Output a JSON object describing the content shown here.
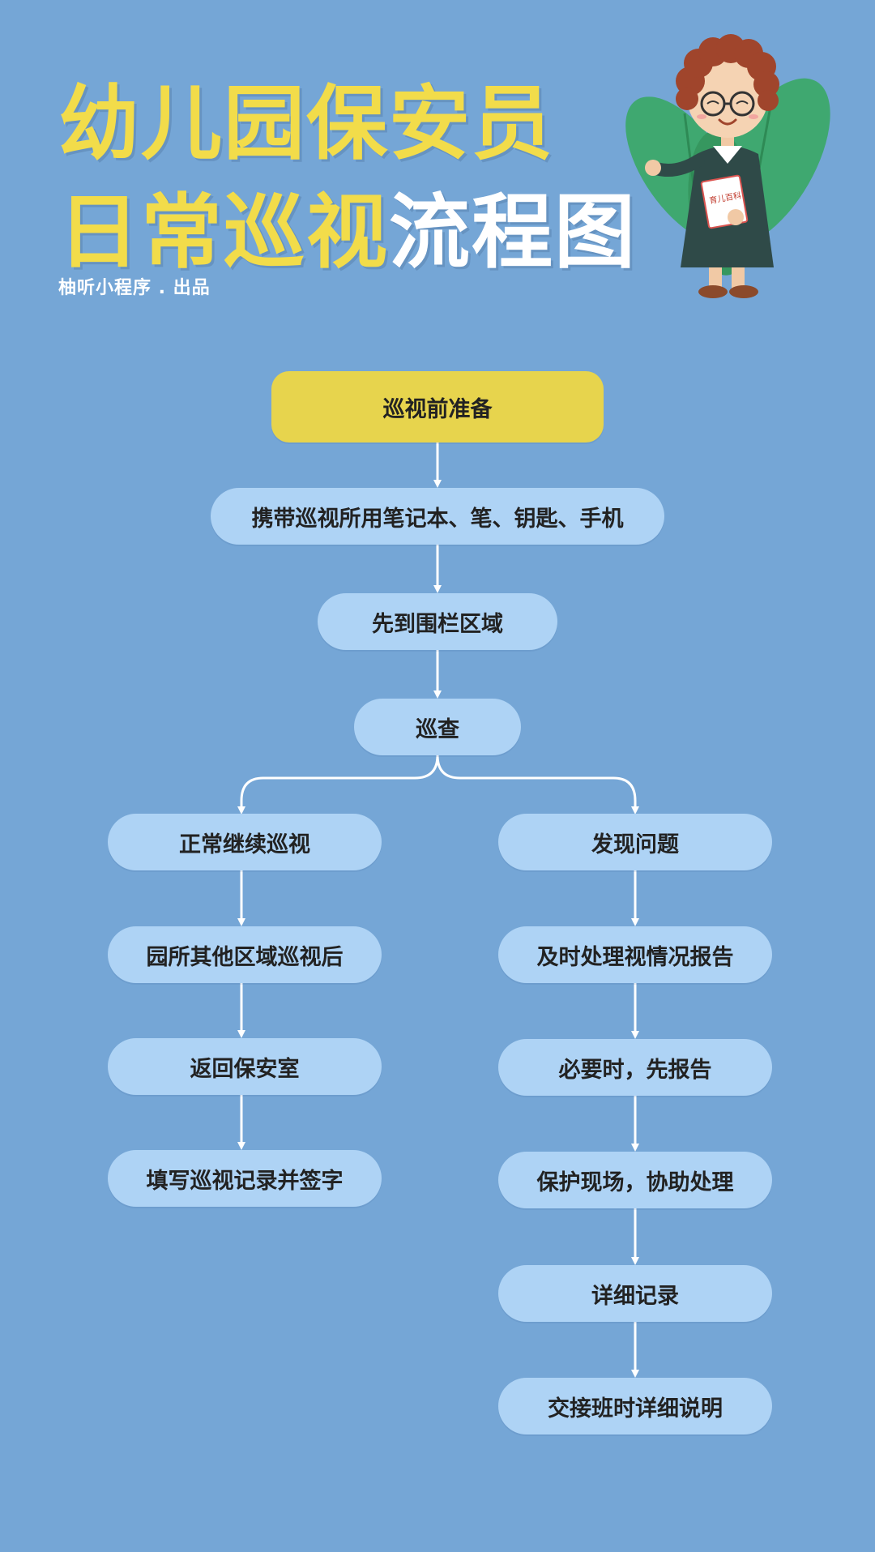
{
  "header": {
    "title_line1": "幼儿园保安员",
    "title_line2_yellow": "日常巡视",
    "title_line2_white": "流程图",
    "credit": "柚听小程序 . 出品"
  },
  "illustration": {
    "name": "teacher-character",
    "book_label": "育儿百科"
  },
  "flow": {
    "start": "巡视前准备",
    "step1": "携带巡视所用笔记本、笔、钥匙、手机",
    "step2": "先到围栏区域",
    "step3": "巡查",
    "left_branch": [
      "正常继续巡视",
      "园所其他区域巡视后",
      "返回保安室",
      "填写巡视记录并签字"
    ],
    "right_branch": [
      "发现问题",
      "及时处理视情况报告",
      "必要时，先报告",
      "保护现场，协助处理",
      "详细记录",
      "交接班时详细说明"
    ]
  },
  "colors": {
    "background": "#75a6d6",
    "title_yellow": "#f2dc4a",
    "node_blue": "#aed3f5",
    "start_yellow": "#e7d44d",
    "arrow": "#ffffff"
  }
}
